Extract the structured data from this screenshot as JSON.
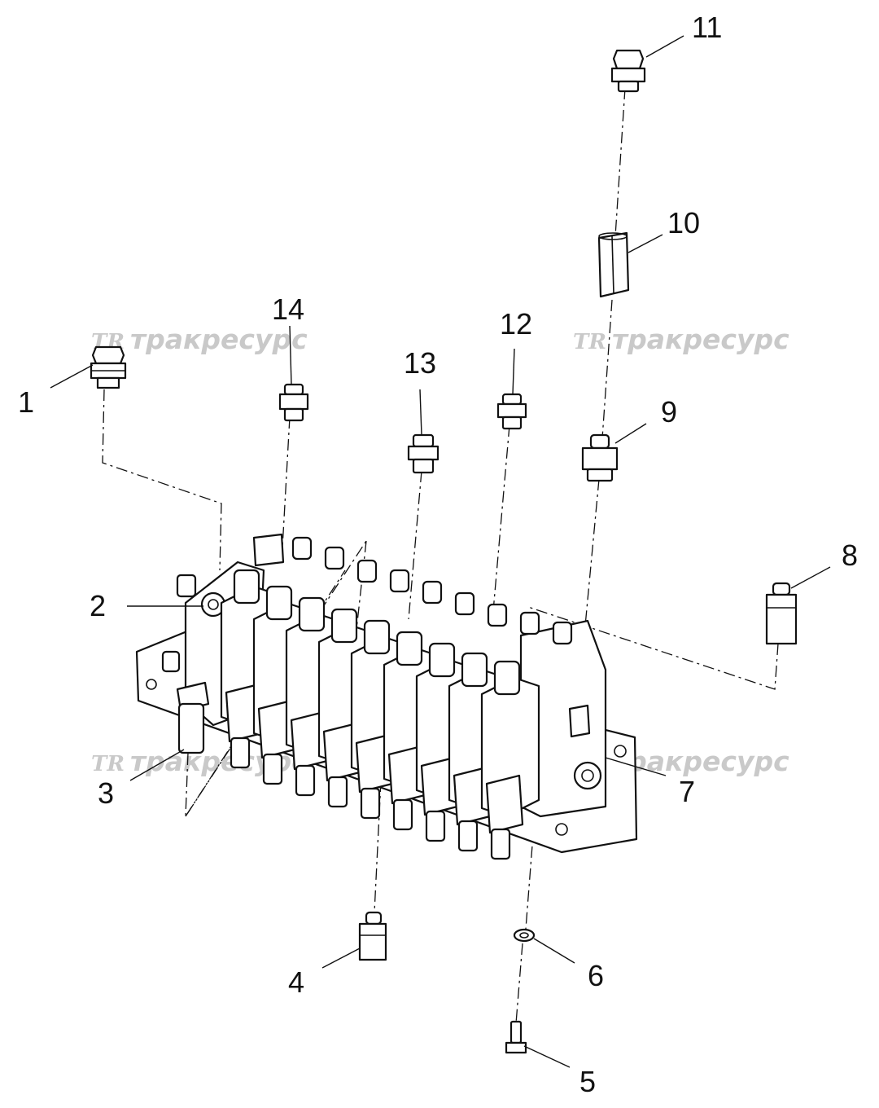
{
  "watermark": {
    "logo": "TR",
    "text": "тракресурс"
  },
  "callouts": {
    "c1": "1",
    "c2": "2",
    "c3": "3",
    "c4": "4",
    "c5": "5",
    "c6": "6",
    "c7": "7",
    "c8": "8",
    "c9": "9",
    "c10": "10",
    "c11": "11",
    "c12": "12",
    "c13": "13",
    "c14": "14"
  }
}
